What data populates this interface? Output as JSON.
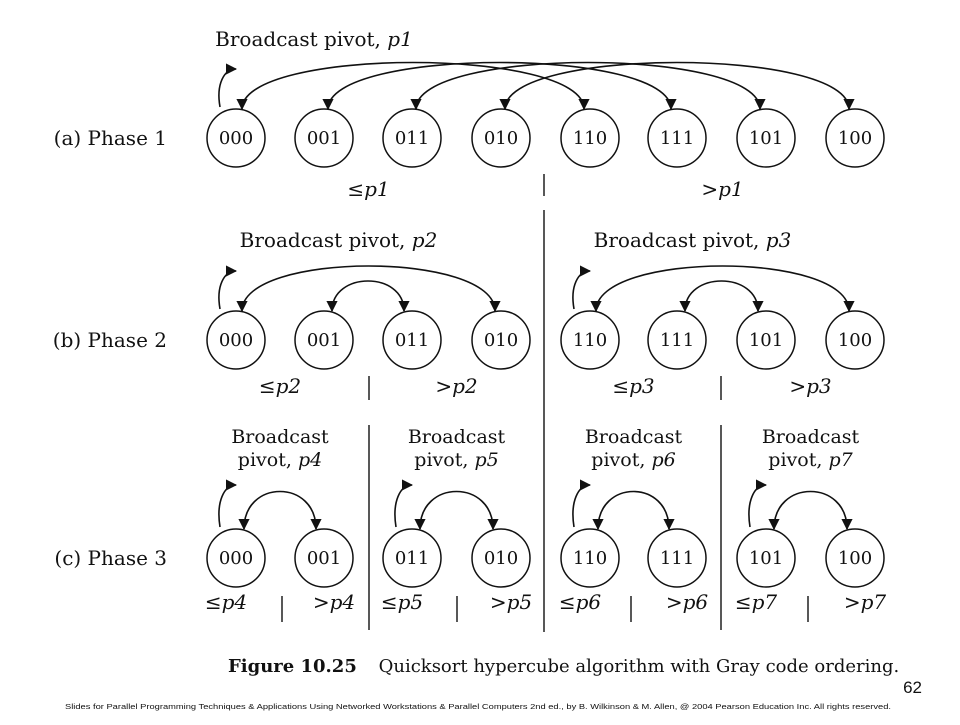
{
  "phases": [
    {
      "label": "(a) Phase 1",
      "groups": [
        {
          "broadcast": [
            "Broadcast pivot, ",
            "p1"
          ],
          "nodes": [
            "000",
            "001",
            "011",
            "010",
            "110",
            "111",
            "101",
            "100"
          ]
        }
      ],
      "partitions": [
        {
          "rel": "≤",
          "pivot": "p1"
        },
        {
          "rel": ">",
          "pivot": "p1"
        }
      ]
    },
    {
      "label": "(b) Phase 2",
      "groups": [
        {
          "broadcast": [
            "Broadcast pivot, ",
            "p2"
          ],
          "nodes": [
            "000",
            "001",
            "011",
            "010"
          ]
        },
        {
          "broadcast": [
            "Broadcast pivot, ",
            "p3"
          ],
          "nodes": [
            "110",
            "111",
            "101",
            "100"
          ]
        }
      ],
      "partitions": [
        {
          "rel": "≤",
          "pivot": "p2"
        },
        {
          "rel": ">",
          "pivot": "p2"
        },
        {
          "rel": "≤",
          "pivot": "p3"
        },
        {
          "rel": ">",
          "pivot": "p3"
        }
      ]
    },
    {
      "label": "(c) Phase 3",
      "groups": [
        {
          "broadcast": [
            "Broadcast",
            "pivot, ",
            "p4"
          ],
          "nodes": [
            "000",
            "001"
          ]
        },
        {
          "broadcast": [
            "Broadcast",
            "pivot, ",
            "p5"
          ],
          "nodes": [
            "011",
            "010"
          ]
        },
        {
          "broadcast": [
            "Broadcast",
            "pivot, ",
            "p6"
          ],
          "nodes": [
            "110",
            "111"
          ]
        },
        {
          "broadcast": [
            "Broadcast",
            "pivot, ",
            "p7"
          ],
          "nodes": [
            "101",
            "100"
          ]
        }
      ],
      "partitions": [
        {
          "rel": "≤",
          "pivot": "p4"
        },
        {
          "rel": ">",
          "pivot": "p4"
        },
        {
          "rel": "≤",
          "pivot": "p5"
        },
        {
          "rel": ">",
          "pivot": "p5"
        },
        {
          "rel": "≤",
          "pivot": "p6"
        },
        {
          "rel": ">",
          "pivot": "p6"
        },
        {
          "rel": "≤",
          "pivot": "p7"
        },
        {
          "rel": ">",
          "pivot": "p7"
        }
      ]
    }
  ],
  "caption": {
    "label": "Figure 10.25",
    "text": "Quicksort hypercube algorithm with Gray code ordering."
  },
  "slide_number": "62",
  "footer": "Slides for Parallel Programming Techniques & Applications Using Networked Workstations & Parallel Computers 2nd ed., by B. Wilkinson & M. Allen, @ 2004 Pearson Education Inc. All rights reserved."
}
